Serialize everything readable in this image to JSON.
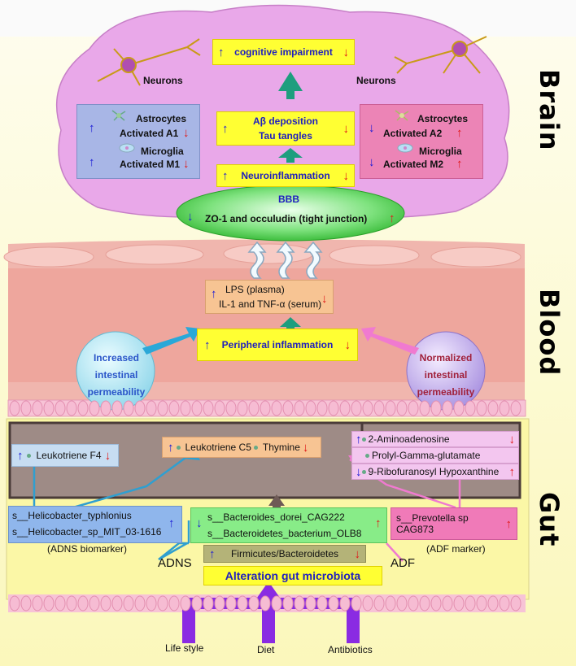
{
  "sections": {
    "brain": "Brain",
    "blood": "Blood",
    "gut": "Gut"
  },
  "brain": {
    "neurons_left": "Neurons",
    "neurons_right": "Neurons",
    "cognitive": "cognitive impairment",
    "abeta": "Aβ deposition",
    "tau": "Tau tangles",
    "neuroinflammation": "Neuroinflammation",
    "left_box": {
      "astrocytes": "Astrocytes",
      "a1": "Activated A1",
      "microglia": "Microglia",
      "m1": "Activated M1"
    },
    "right_box": {
      "astrocytes": "Astrocytes",
      "a2": "Activated A2",
      "microglia": "Microglia",
      "m2": "Activated M2"
    },
    "bbb_title": "BBB",
    "bbb_text": "ZO-1 and occuludin (tight junction)"
  },
  "blood": {
    "lps": "LPS (plasma)",
    "il1": "IL-1 and TNF-α (serum)",
    "peripheral": "Peripheral inflammation",
    "left_bubble": [
      "Increased",
      "intestinal",
      "permeability"
    ],
    "right_bubble": [
      "Normalized",
      "intestinal",
      "permeability"
    ]
  },
  "gut": {
    "leukotriene_f4": "Leukotriene F4",
    "leukotriene_c5": "Leukotriene C5",
    "thymine": "Thymine",
    "metab_right": [
      "2-Aminoadenosine",
      "Prolyl-Gamma-glutamate",
      "9-Ribofuranosyl Hypoxanthine"
    ],
    "adns_bacteria": [
      "s__Helicobacter_typhlonius",
      "s__Helicobacter_sp_MIT_03-1616"
    ],
    "adns_caption": "(ADNS biomarker)",
    "adns": "ADNS",
    "mid_bacteria": [
      "s__Bacteroides_dorei_CAG222",
      "s__Bacteroidetes_bacterium_OLB8"
    ],
    "firmicutes": "Firmicutes/Bacteroidetes",
    "alteration": "Alteration gut microbiota",
    "adf": "ADF",
    "adf_bacteria": "s__Prevotella sp CAG873",
    "adf_caption": "(ADF marker)"
  },
  "factors": [
    "Life style",
    "Diet",
    "Antibiotics"
  ],
  "arrows": {
    "up": "↑",
    "down": "↓"
  },
  "colors": {
    "brain_fill": "#e9a8e9",
    "yellow": "#ffff33",
    "blood_fill": "#f0a8a0",
    "gut_fill": "#fbf7a6",
    "purple_arrow": "#8a2be2",
    "bbb_green": "#4fd84f"
  }
}
